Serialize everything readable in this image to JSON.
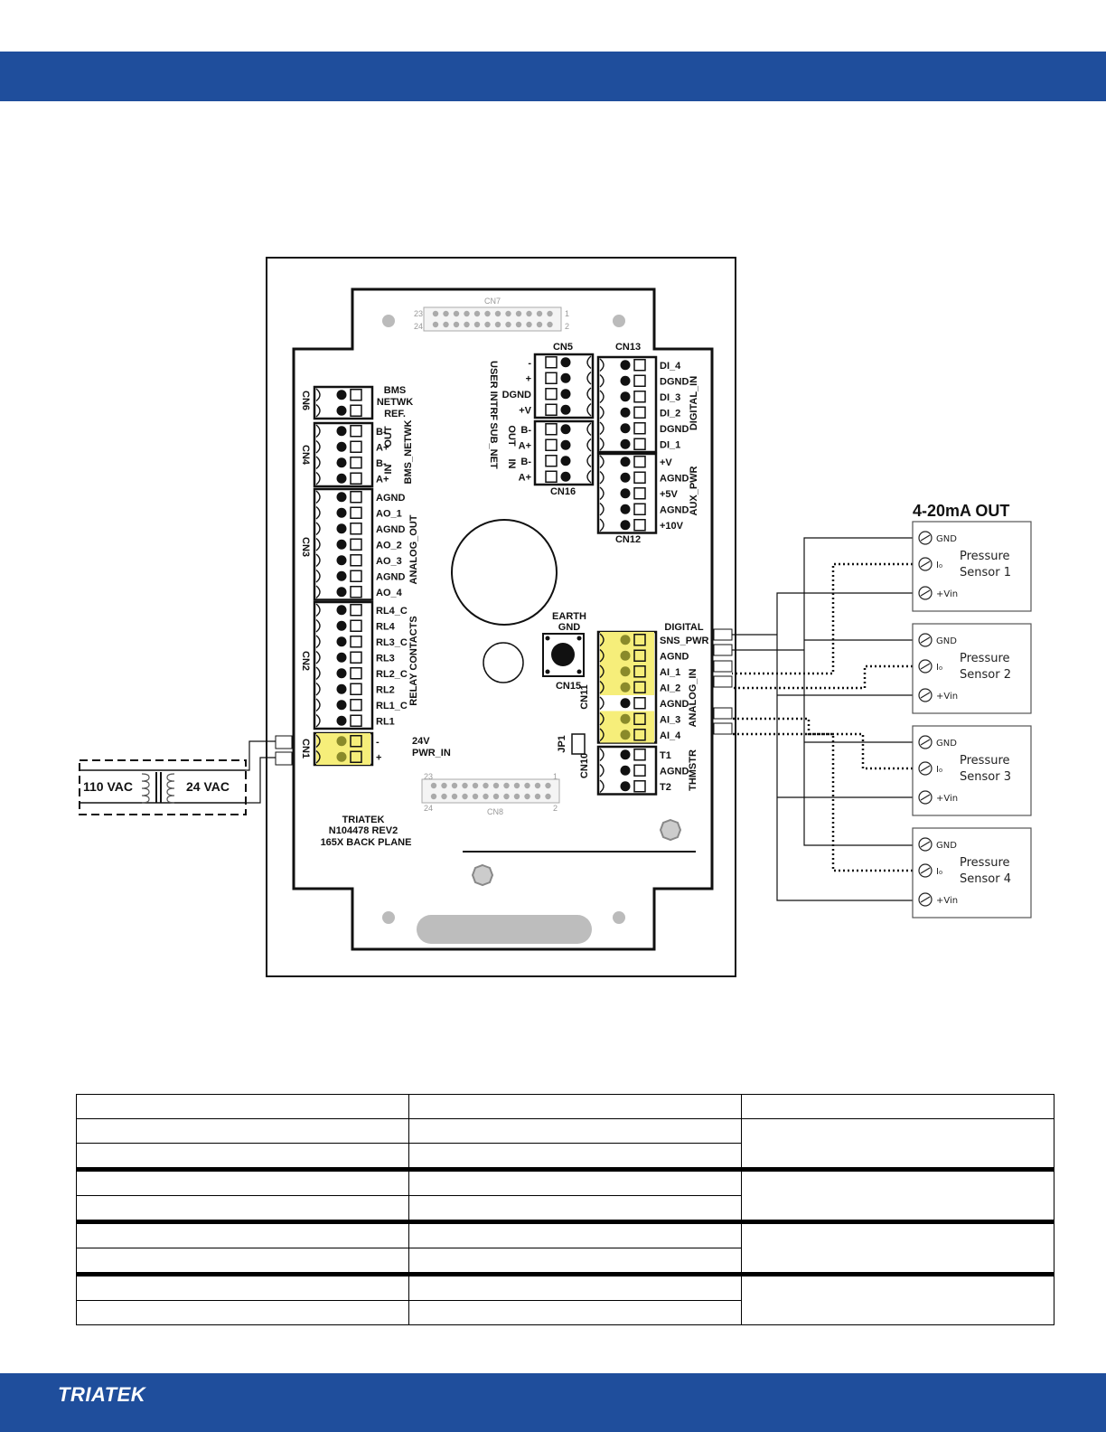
{
  "brand": "TRIATEK",
  "sensors_header": "4-20mA OUT",
  "board": {
    "labels": {
      "cn7": "CN7",
      "cn8": "CN8",
      "cn5": "CN5",
      "cn13": "CN13",
      "cn16": "CN16",
      "cn12": "CN12",
      "cn6": "CN6",
      "cn4": "CN4",
      "cn3": "CN3",
      "cn2": "CN2",
      "cn1": "CN1",
      "cn11": "CN11",
      "cn10": "CN10",
      "cn15": "CN15",
      "jp1": "JP1",
      "n23": "23",
      "n24": "24",
      "n1": "1",
      "n2": "2",
      "bms": "BMS",
      "netwk": "NETWK",
      "ref": "REF.",
      "out": "OUT",
      "in": "IN",
      "bms_netwk": "BMS_NETWK",
      "analog_out": "ANALOG_OUT",
      "relay_contacts": "RELAY CONTACTS",
      "pwr24": "24V",
      "pwr_in": "PWR_IN",
      "user_intrf": "USER INTRF",
      "sub_net": "SUB_NET",
      "digital_in": "DIGITAL_IN",
      "aux_pwr": "AUX_PWR",
      "earth": "EARTH",
      "gnd": "GND",
      "digital": "DIGITAL",
      "analog_in": "ANALOG_IN",
      "thmstr": "THMSTR",
      "mfr1": "TRIATEK",
      "mfr2": "N104478 REV2",
      "mfr3": "165X BACK PLANE"
    },
    "cn6_pins": [
      "",
      ""
    ],
    "cn4_pins": [
      "B-",
      "A+",
      "B-",
      "A+"
    ],
    "cn3_pins": [
      "AGND",
      "AO_1",
      "AGND",
      "AO_2",
      "AO_3",
      "AGND",
      "AO_4"
    ],
    "cn2_pins": [
      "RL4_C",
      "RL4",
      "RL3_C",
      "RL3",
      "RL2_C",
      "RL2",
      "RL1_C",
      "RL1"
    ],
    "cn1_pins": [
      "-",
      "+"
    ],
    "cn5_pins": [
      "-",
      "+",
      "DGND",
      "+V"
    ],
    "cn16_pins": [
      "B-",
      "A+",
      "B-",
      "A+"
    ],
    "sub_net_io": [
      "OUT",
      "IN"
    ],
    "cn13_pins": [
      "DI_4",
      "DGND",
      "DI_3",
      "DI_2",
      "DGND",
      "DI_1"
    ],
    "cn12_pins": [
      "+V",
      "AGND",
      "+5V",
      "AGND",
      "+10V"
    ],
    "cn11_pins": [
      "SNS_PWR",
      "AGND",
      "AI_1",
      "AI_2",
      "AGND",
      "AI_3",
      "AI_4"
    ],
    "cn10_pins": [
      "T1",
      "AGND",
      "T2"
    ]
  },
  "transformer": {
    "primary": "110 VAC",
    "secondary": "24 VAC"
  },
  "sensors": [
    {
      "name1": "Pressure",
      "name2": "Sensor 1",
      "gnd": "GND",
      "io": "I₀",
      "vin": "+Vin"
    },
    {
      "name1": "Pressure",
      "name2": "Sensor 2",
      "gnd": "GND",
      "io": "I₀",
      "vin": "+Vin"
    },
    {
      "name1": "Pressure",
      "name2": "Sensor 3",
      "gnd": "GND",
      "io": "I₀",
      "vin": "+Vin"
    },
    {
      "name1": "Pressure",
      "name2": "Sensor 4",
      "gnd": "GND",
      "io": "I₀",
      "vin": "+Vin"
    }
  ],
  "table": {
    "rows": 9,
    "cols": 3
  }
}
